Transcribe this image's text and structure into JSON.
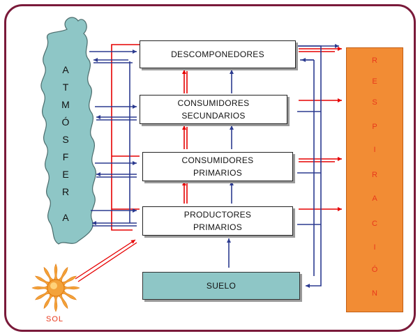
{
  "colors": {
    "frame": "#7a1a3a",
    "cloud": "#8ec6c6",
    "respiration": "#f28c34",
    "soil": "#8ec6c6",
    "red_arrow": "#e60000",
    "blue_arrow": "#2b3a8f",
    "sun": "#f3a23a"
  },
  "atmosfera": {
    "letters": [
      "A",
      "T",
      "M",
      "Ó",
      "S",
      "F",
      "E",
      "R",
      "A"
    ]
  },
  "respiracion": {
    "letters": [
      "R",
      "E",
      "S",
      "P",
      "I",
      "R",
      "A",
      "C",
      "I",
      "Ó",
      "N"
    ]
  },
  "boxes": {
    "descomponedores": {
      "lines": [
        "DESCOMPONEDORES"
      ]
    },
    "consumidores_secundarios": {
      "lines": [
        "CONSUMIDORES",
        "SECUNDARIOS"
      ]
    },
    "consumidores_primarios": {
      "lines": [
        "CONSUMIDORES",
        "PRIMARIOS"
      ]
    },
    "productores_primarios": {
      "lines": [
        "PRODUCTORES",
        "PRIMARIOS"
      ]
    },
    "suelo": {
      "lines": [
        "SUELO"
      ]
    }
  },
  "sol": {
    "label": "SOL",
    "icon": "sun-icon"
  }
}
